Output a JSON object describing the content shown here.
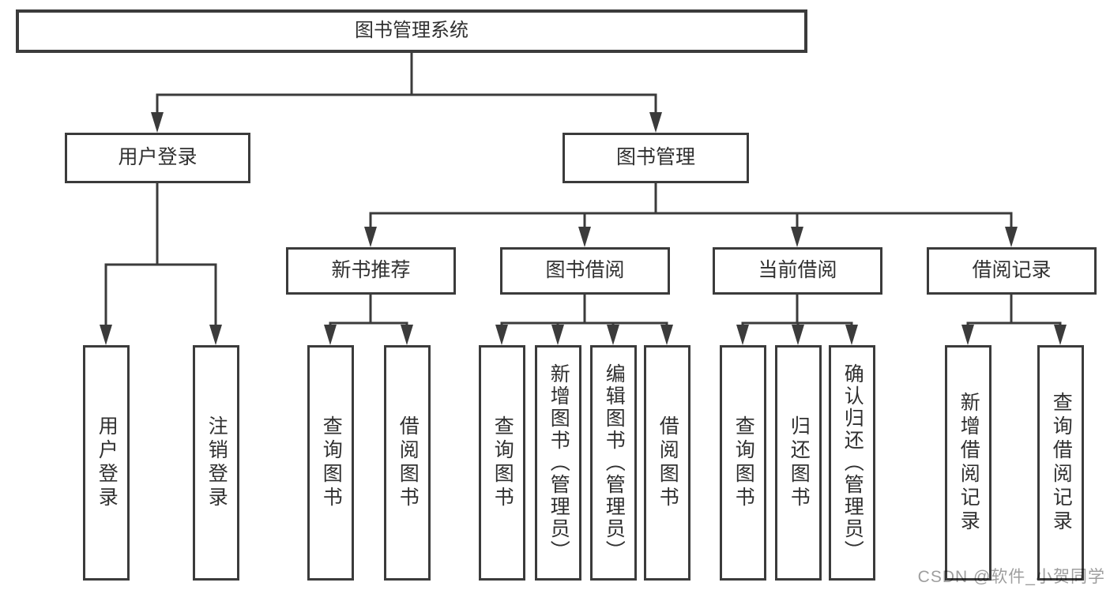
{
  "diagram_title": "图书管理系统",
  "root": {
    "label": "图书管理系统"
  },
  "level2": [
    {
      "label": "用户登录"
    },
    {
      "label": "图书管理"
    }
  ],
  "level3": [
    {
      "label": "新书推荐"
    },
    {
      "label": "图书借阅"
    },
    {
      "label": "当前借阅"
    },
    {
      "label": "借阅记录"
    }
  ],
  "leaves": [
    {
      "label": "用户登录",
      "parent": "用户登录"
    },
    {
      "label": "注销登录",
      "parent": "用户登录"
    },
    {
      "label": "查询图书",
      "parent": "新书推荐"
    },
    {
      "label": "借阅图书",
      "parent": "新书推荐"
    },
    {
      "label": "查询图书",
      "parent": "图书借阅"
    },
    {
      "label": "新增图书（管理员）",
      "parent": "图书借阅"
    },
    {
      "label": "编辑图书（管理员）",
      "parent": "图书借阅"
    },
    {
      "label": "借阅图书",
      "parent": "图书借阅"
    },
    {
      "label": "查询图书",
      "parent": "当前借阅"
    },
    {
      "label": "归还图书",
      "parent": "当前借阅"
    },
    {
      "label": "确认归还（管理员）",
      "parent": "当前借阅"
    },
    {
      "label": "新增借阅记录",
      "parent": "借阅记录"
    },
    {
      "label": "查询借阅记录",
      "parent": "借阅记录"
    }
  ],
  "watermark": {
    "text": "CSDN @软件_小贺同学"
  },
  "colors": {
    "line": "#3b3b3b",
    "text": "#303030",
    "background": "#ffffff",
    "watermark": "#9e9e9e"
  }
}
